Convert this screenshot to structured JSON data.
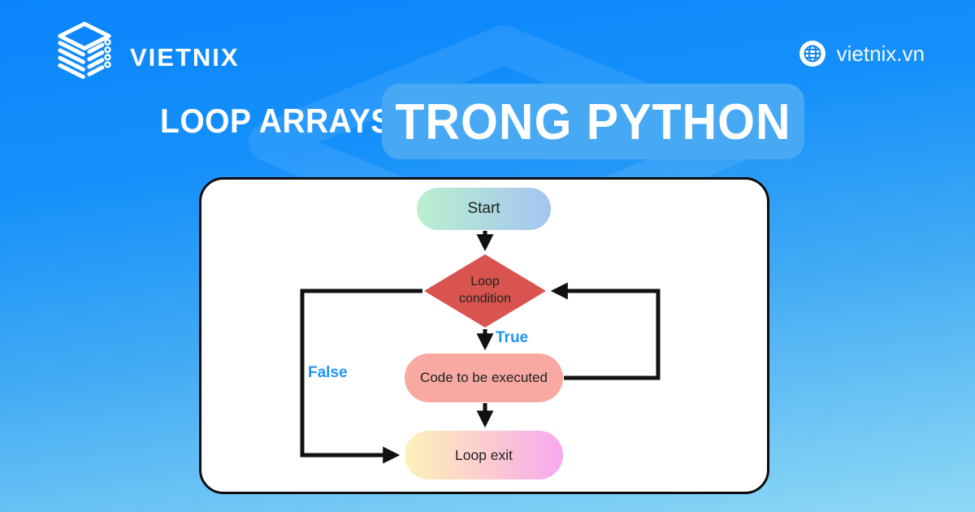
{
  "header": {
    "brand": "VIETNIX",
    "website": "vietnix.vn",
    "logo_icon": "stacked-layers-icon",
    "globe_icon": "globe-icon"
  },
  "title": {
    "prefix": "LOOP ARRAYS",
    "highlight": "TRONG PYTHON"
  },
  "flowchart": {
    "start": "Start",
    "condition": "Loop condition",
    "body": "Code to be executed",
    "exit": "Loop exit",
    "true_label": "True",
    "false_label": "False"
  },
  "colors": {
    "bg_top": "#0a85fc",
    "bg_bottom": "#8fd9f5",
    "highlight_box": "#47a9f3",
    "diamond_red": "#d9544e",
    "body_pill": "#f7a9a2",
    "start_gradient_left": "#baf0ce",
    "start_gradient_right": "#a4c4f2",
    "exit_gradient_left": "#fdf2b7",
    "exit_gradient_right": "#f8a8f0",
    "branch_label_blue": "#1e96f5",
    "arrow_black": "#111111"
  }
}
